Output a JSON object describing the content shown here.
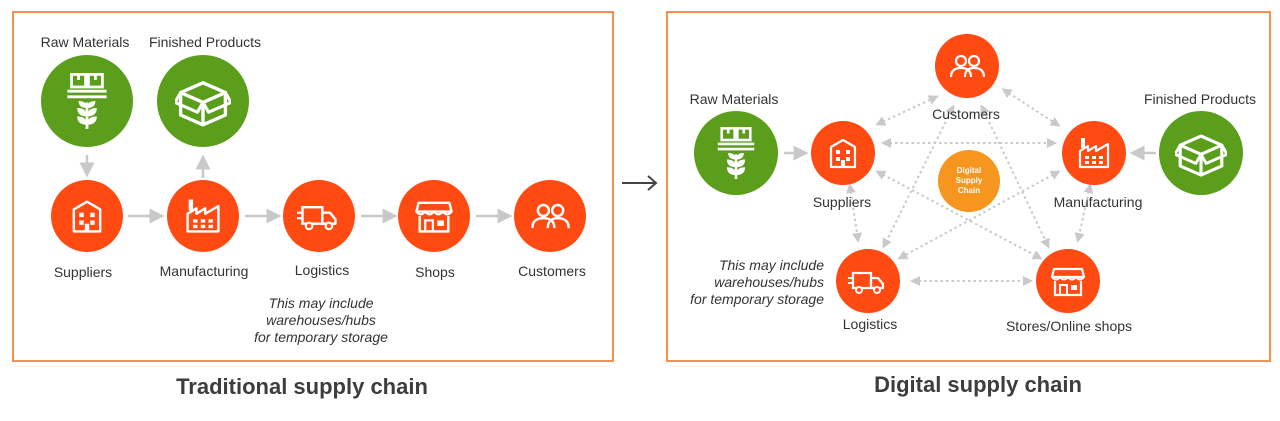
{
  "colors": {
    "orange_node": "#ff4a12",
    "green_node": "#5a9e1c",
    "badge": "#f7961e",
    "frame": "#f0914f",
    "arrow": "#c9c9c9"
  },
  "traditional": {
    "title": "Traditional supply chain",
    "raw_materials": "Raw Materials",
    "finished_products": "Finished Products",
    "suppliers": "Suppliers",
    "manufacturing": "Manufacturing",
    "logistics": "Logistics",
    "shops": "Shops",
    "customers": "Customers",
    "note": [
      "This may include",
      "warehouses/hubs",
      "for temporary storage"
    ]
  },
  "digital": {
    "title": "Digital supply chain",
    "raw_materials": "Raw Materials",
    "finished_products": "Finished Products",
    "customers": "Customers",
    "suppliers": "Suppliers",
    "manufacturing": "Manufacturing",
    "logistics": "Logistics",
    "stores": "Stores/Online shops",
    "center_badge": [
      "Digital",
      "Supply",
      "Chain"
    ],
    "note": [
      "This may include",
      "warehouses/hubs",
      "for temporary storage"
    ]
  },
  "icons": {
    "raw_materials": "boxes-wheat-icon",
    "finished_products": "open-box-icon",
    "suppliers": "building-icon",
    "manufacturing": "factory-icon",
    "logistics": "truck-icon",
    "shops": "storefront-icon",
    "customers": "people-icon",
    "transition": "arrow-right-icon"
  }
}
